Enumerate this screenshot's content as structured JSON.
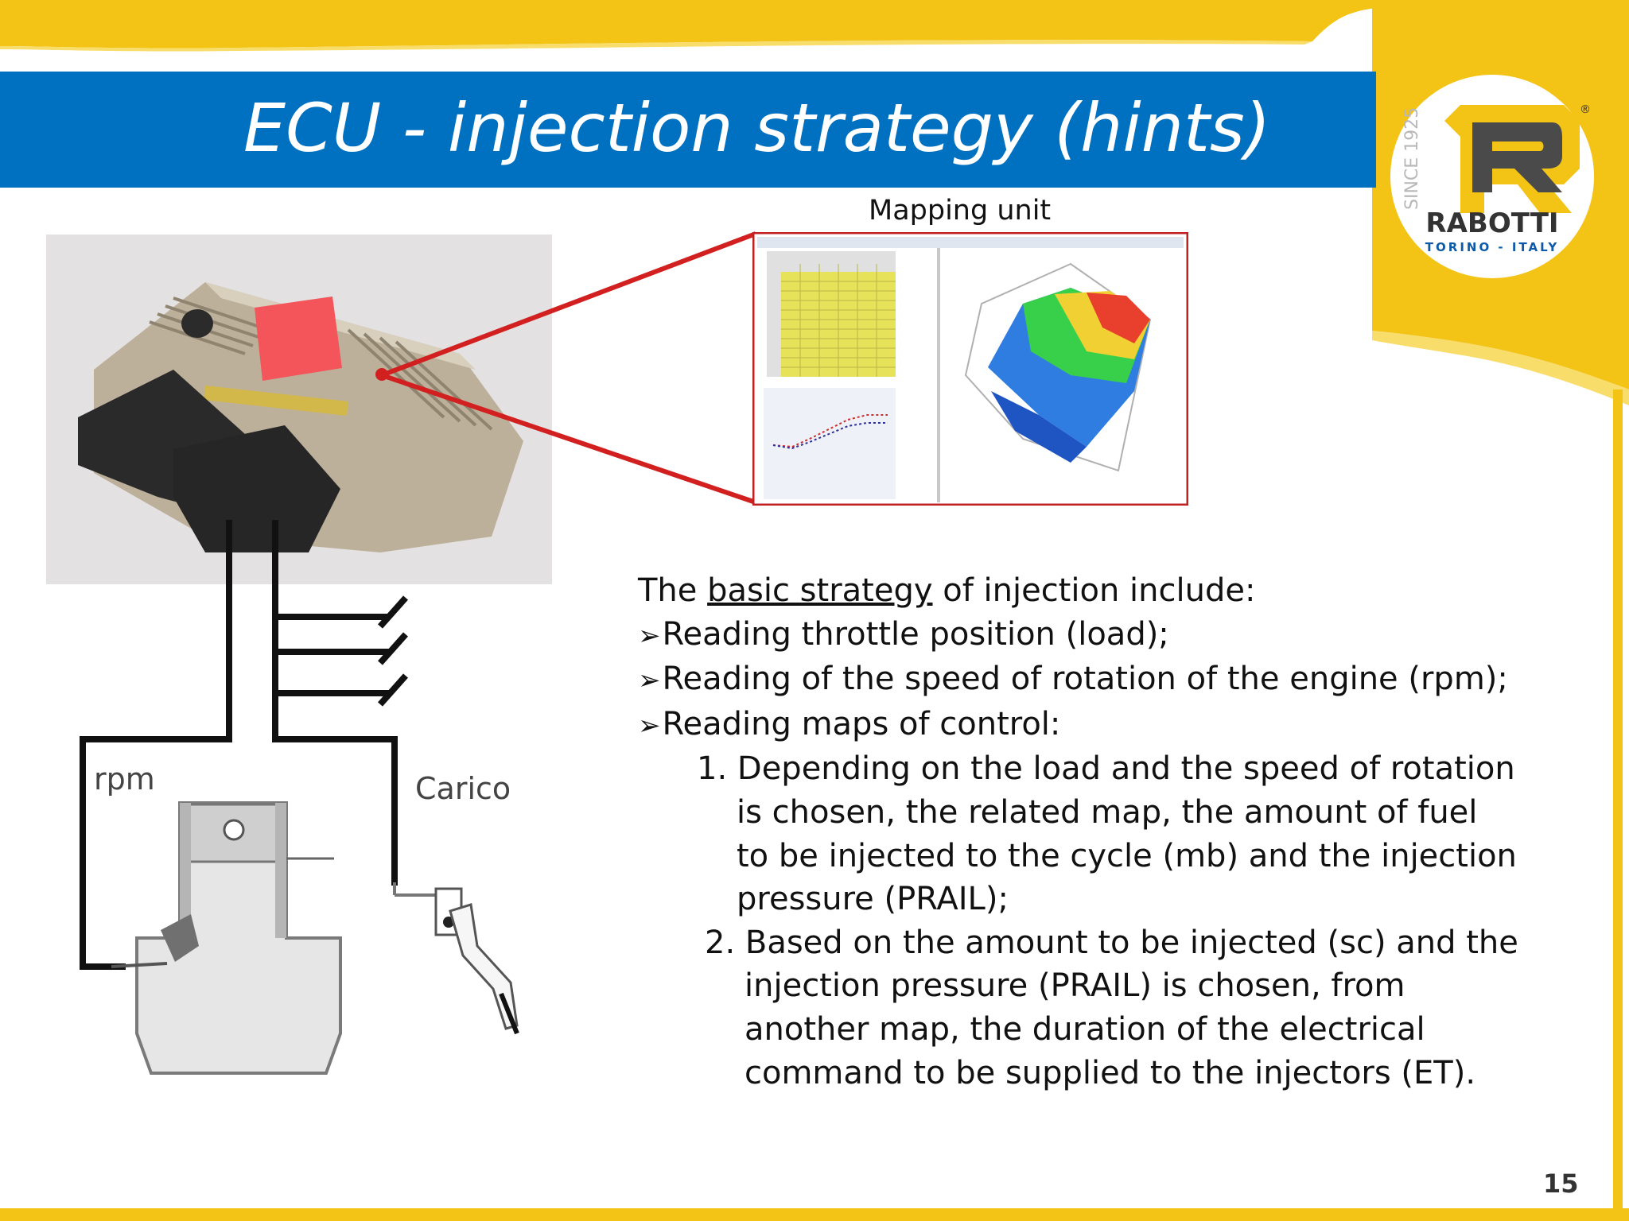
{
  "slide": {
    "title": "ECU - injection strategy (hints)",
    "page_number": "15",
    "colors": {
      "title_band": "#0070c0",
      "accent_yellow": "#f3c316",
      "map_frame": "#d22020"
    }
  },
  "logo": {
    "since": "SINCE 1925",
    "brand": "RABOTTI",
    "location": "TORINO - ITALY",
    "registered": "®",
    "icon": "rabotti-r-logo-icon"
  },
  "mapping_unit": {
    "label": "Mapping unit"
  },
  "ecu_image": {
    "icon": "ecu-module-photo-icon"
  },
  "engine_diagram": {
    "label_rpm": "rpm",
    "label_load": "Carico",
    "icons": [
      "engine-cylinder-icon",
      "accelerator-pedal-icon",
      "signal-switch-icon"
    ]
  },
  "content": {
    "intro_prefix": "The ",
    "intro_underlined": "basic strategy",
    "intro_suffix": " of injection include:",
    "bullet_marker": "➢",
    "bullets": [
      "Reading throttle position (load);",
      "Reading of the speed of rotation of the engine (rpm);",
      "Reading maps of control:"
    ],
    "numbered": [
      {
        "marker": "1.",
        "lines": [
          "Depending on the load and the speed of rotation",
          "is chosen, the related map, the amount of fuel",
          "to be injected to the cycle (mb) and the injection",
          "pressure (PRAIL);"
        ]
      },
      {
        "marker": "2.",
        "lines": [
          "Based on the amount to be injected (sc) and the",
          "injection pressure (PRAIL) is chosen, from",
          "another map, the duration of the electrical",
          "command to be supplied to the injectors (ET)."
        ]
      }
    ]
  }
}
